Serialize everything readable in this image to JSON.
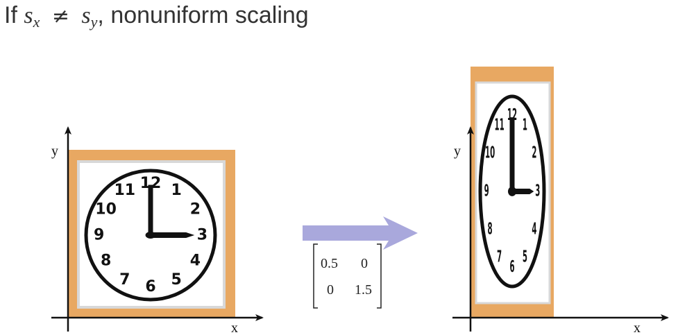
{
  "heading": {
    "prefix": "If",
    "s_sub_x": "x",
    "neq": "≠",
    "s_sub_y": "y",
    "s_symbol": "s",
    "comma": ",",
    "text": "nonuniform scaling"
  },
  "left_figure": {
    "y_axis_label": "y",
    "x_axis_label": "x",
    "clock_numbers": [
      "12",
      "1",
      "2",
      "3",
      "4",
      "5",
      "6",
      "7",
      "8",
      "9",
      "10",
      "11"
    ]
  },
  "right_figure": {
    "y_axis_label": "y",
    "x_axis_label": "x",
    "clock_numbers": [
      "12",
      "1",
      "2",
      "3",
      "4",
      "5",
      "6",
      "7",
      "8",
      "9",
      "10",
      "11"
    ]
  },
  "transform": {
    "matrix": [
      [
        "0.5",
        "0"
      ],
      [
        "0",
        "1.5"
      ]
    ]
  },
  "colors": {
    "frame_orange": "#E8A862",
    "arrow_lavender": "#A9A8DC",
    "clock_face": "#ffffff",
    "ink": "#111111"
  }
}
